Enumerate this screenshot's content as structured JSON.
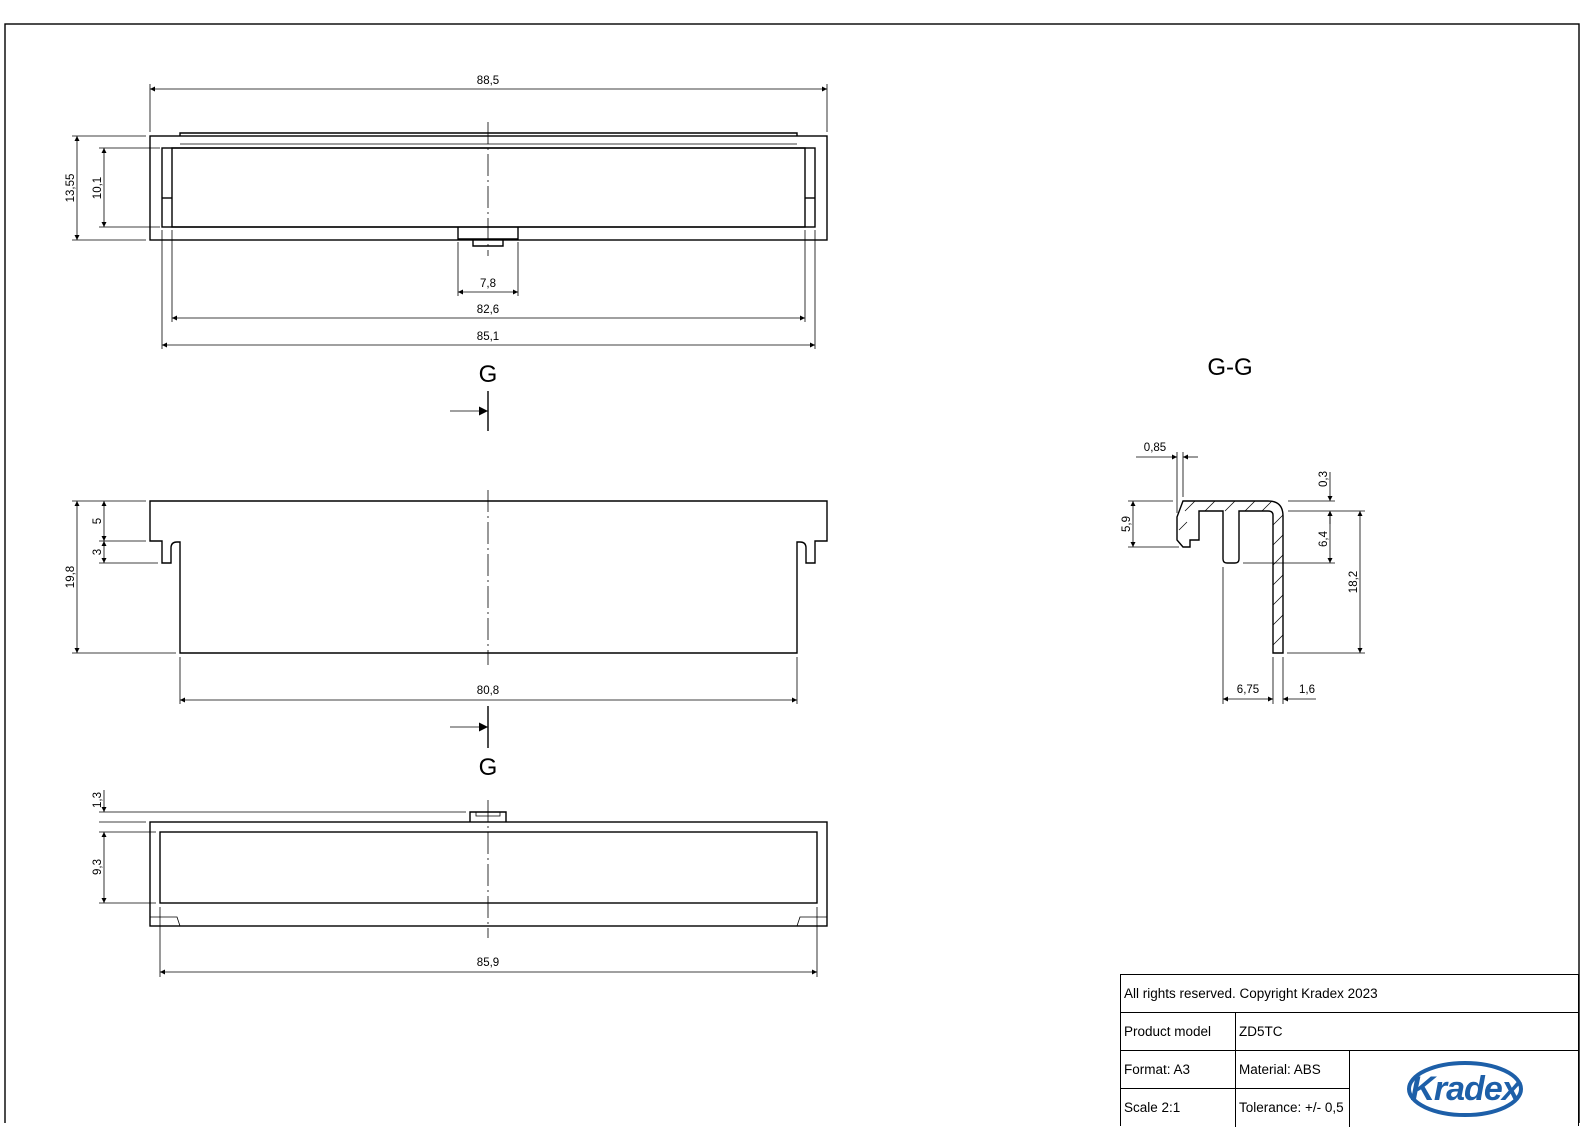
{
  "views": {
    "top": {
      "dims": {
        "overall_width": "88,5",
        "height": "13,55",
        "inner_height": "10,1",
        "tab_width": "7,8",
        "inner_width": "82,6",
        "frame_width": "85,1"
      }
    },
    "front": {
      "section_marker": "G",
      "dims": {
        "height": "19,8",
        "flange": "5",
        "step": "3",
        "bottom_width": "80,8"
      }
    },
    "bottom": {
      "dims": {
        "tab_height": "1,3",
        "inner_height": "9,3",
        "width": "85,9"
      }
    },
    "section": {
      "title": "G-G",
      "dims": {
        "lip": "0,85",
        "top": "0,3",
        "height_left": "5,9",
        "height_mid": "6,4",
        "height_total": "18,2",
        "width_inner": "6,75",
        "wall": "1,6"
      }
    }
  },
  "title_block": {
    "copyright": "All rights reserved. Copyright Kradex 2023",
    "product_model_label": "Product model",
    "product_model_value": "ZD5TC",
    "format": "Format: A3",
    "material": "Material: ABS",
    "scale": "Scale 2:1",
    "tolerance": "Tolerance: +/- 0,5",
    "logo_text": "Kradex"
  },
  "colors": {
    "ink": "#000000",
    "logo_blue": "#1d5fa8"
  }
}
